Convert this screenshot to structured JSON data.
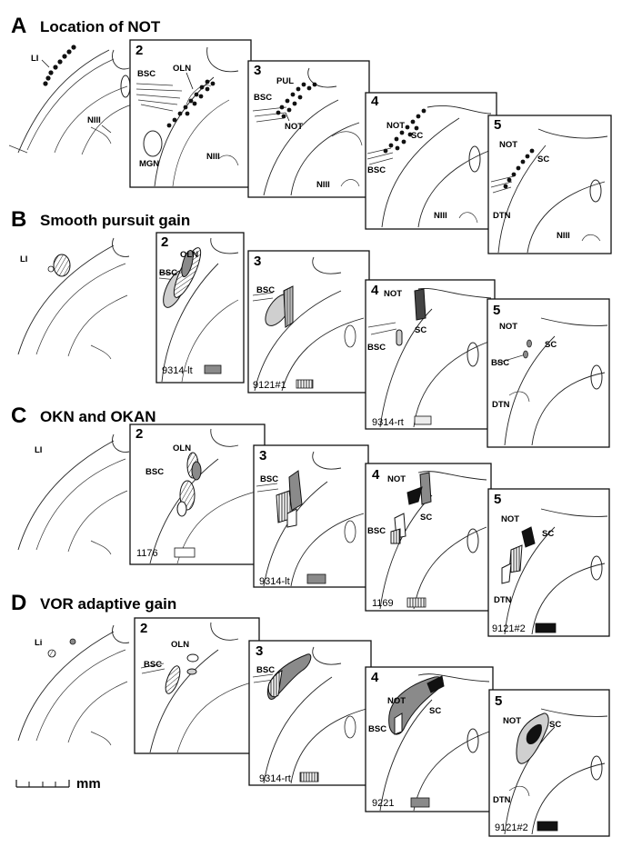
{
  "figure": {
    "rows": [
      {
        "letter": "A",
        "title": "Location of NOT",
        "sections": [
          {
            "num": "",
            "labels": [
              "LI",
              "NIII"
            ],
            "legend": ""
          },
          {
            "num": "2",
            "labels": [
              "BSC",
              "OLN",
              "MGN",
              "NIII"
            ],
            "legend": ""
          },
          {
            "num": "3",
            "labels": [
              "PUL",
              "BSC",
              "NOT",
              "NIII"
            ],
            "legend": ""
          },
          {
            "num": "4",
            "labels": [
              "NOT",
              "SC",
              "BSC",
              "NIII"
            ],
            "legend": ""
          },
          {
            "num": "5",
            "labels": [
              "NOT",
              "SC",
              "DTN",
              "NIII"
            ],
            "legend": ""
          }
        ]
      },
      {
        "letter": "B",
        "title": "Smooth pursuit gain",
        "sections": [
          {
            "num": "",
            "labels": [
              "LI"
            ],
            "legend": ""
          },
          {
            "num": "2",
            "labels": [
              "OLN",
              "BSC"
            ],
            "legend": "9314-lt"
          },
          {
            "num": "3",
            "labels": [
              "BSC"
            ],
            "legend": "9121#1"
          },
          {
            "num": "4",
            "labels": [
              "NOT",
              "SC",
              "BSC"
            ],
            "legend": "9314-rt"
          },
          {
            "num": "5",
            "labels": [
              "NOT",
              "SC",
              "BSC",
              "DTN"
            ],
            "legend": ""
          }
        ]
      },
      {
        "letter": "C",
        "title": "OKN and OKAN",
        "sections": [
          {
            "num": "",
            "labels": [
              "LI"
            ],
            "legend": ""
          },
          {
            "num": "2",
            "labels": [
              "OLN",
              "BSC"
            ],
            "legend": "1176"
          },
          {
            "num": "3",
            "labels": [
              "BSC"
            ],
            "legend": "9314-lt"
          },
          {
            "num": "4",
            "labels": [
              "NOT",
              "SC",
              "BSC"
            ],
            "legend": "1169"
          },
          {
            "num": "5",
            "labels": [
              "NOT",
              "SC",
              "DTN"
            ],
            "legend": "9121#2"
          }
        ]
      },
      {
        "letter": "D",
        "title": "VOR adaptive gain",
        "sections": [
          {
            "num": "",
            "labels": [
              "Li"
            ],
            "legend": ""
          },
          {
            "num": "2",
            "labels": [
              "OLN",
              "BSC"
            ],
            "legend": ""
          },
          {
            "num": "3",
            "labels": [
              "BSC"
            ],
            "legend": "9314-rt"
          },
          {
            "num": "4",
            "labels": [
              "NOT",
              "SC",
              "BSC"
            ],
            "legend": "9221"
          },
          {
            "num": "5",
            "labels": [
              "NOT",
              "SC",
              "DTN"
            ],
            "legend": "9121#2"
          }
        ]
      }
    ],
    "scale_bar_unit": "mm",
    "fills": {
      "gray": "#8a8a8a",
      "light": "#cfcfcf",
      "black": "#111111",
      "white": "#ffffff"
    }
  }
}
